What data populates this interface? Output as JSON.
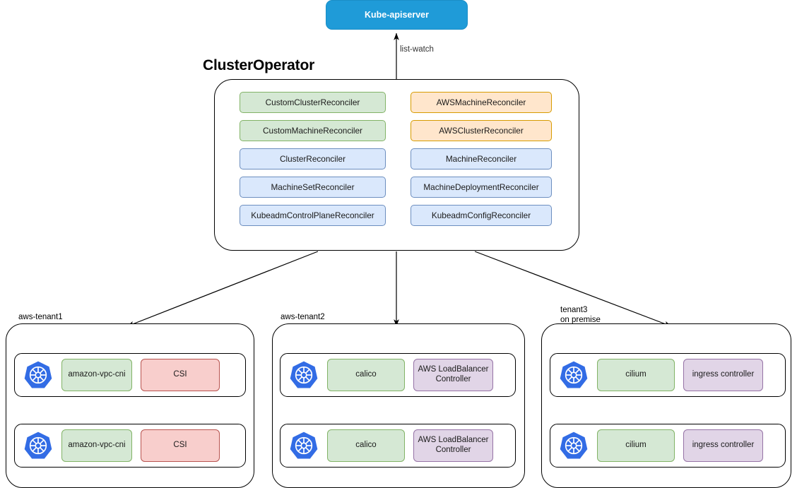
{
  "diagram": {
    "title": "ClusterOperator",
    "apiserver": {
      "label": "Kube-apiserver",
      "color": "#1f9bd8"
    },
    "edge_labels": {
      "list_watch": "list-watch"
    },
    "operator": {
      "title": "ClusterOperator",
      "left_column": [
        {
          "label": "CustomClusterReconciler",
          "color": "green"
        },
        {
          "label": "CustomMachineReconciler",
          "color": "green"
        },
        {
          "label": "ClusterReconciler",
          "color": "blue"
        },
        {
          "label": "MachineSetReconciler",
          "color": "blue"
        },
        {
          "label": "KubeadmControlPlaneReconciler",
          "color": "blue"
        }
      ],
      "right_column": [
        {
          "label": "AWSMachineReconciler",
          "color": "orange"
        },
        {
          "label": "AWSClusterReconciler",
          "color": "orange"
        },
        {
          "label": "MachineReconciler",
          "color": "blue"
        },
        {
          "label": "MachineDeploymentReconciler",
          "color": "blue"
        },
        {
          "label": "KubeadmConfigReconciler",
          "color": "blue"
        }
      ]
    },
    "tenants": [
      {
        "label": "aws-tenant1",
        "clusters": [
          {
            "addons": [
              {
                "label": "amazon-vpc-cni",
                "color": "green"
              },
              {
                "label": "CSI",
                "color": "red"
              }
            ]
          },
          {
            "addons": [
              {
                "label": "amazon-vpc-cni",
                "color": "green"
              },
              {
                "label": "CSI",
                "color": "red"
              }
            ]
          }
        ]
      },
      {
        "label": "aws-tenant2",
        "clusters": [
          {
            "addons": [
              {
                "label": "calico",
                "color": "green"
              },
              {
                "label": "AWS LoadBalancer Controller",
                "color": "purple"
              }
            ]
          },
          {
            "addons": [
              {
                "label": "calico",
                "color": "green"
              },
              {
                "label": "AWS LoadBalancer Controller",
                "color": "purple"
              }
            ]
          }
        ]
      },
      {
        "label": "tenant3\non premise",
        "clusters": [
          {
            "addons": [
              {
                "label": "cilium",
                "color": "green"
              },
              {
                "label": "ingress controller",
                "color": "purple"
              }
            ]
          },
          {
            "addons": [
              {
                "label": "cilium",
                "color": "green"
              },
              {
                "label": "ingress controller",
                "color": "purple"
              }
            ]
          }
        ]
      }
    ],
    "palette": {
      "green_fill": "#d5e8d4",
      "green_stroke": "#82b366",
      "orange_fill": "#ffe6cc",
      "orange_stroke": "#d79b00",
      "blue_fill": "#dae8fc",
      "blue_stroke": "#6c8ebf",
      "red_fill": "#f8cecc",
      "red_stroke": "#b85450",
      "purple_fill": "#e1d5e7",
      "purple_stroke": "#9673a6",
      "k8s_blue": "#326ce5"
    },
    "icons": {
      "kubernetes": "kubernetes-logo-icon"
    }
  }
}
